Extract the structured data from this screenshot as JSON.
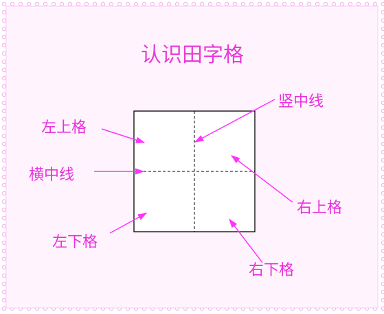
{
  "title": "认识田字格",
  "labels": {
    "vertical_center_line": "竖中线",
    "top_left_cell": "左上格",
    "horizontal_center_line": "横中线",
    "top_right_cell": "右上格",
    "bottom_left_cell": "左下格",
    "bottom_right_cell": "右下格"
  },
  "colors": {
    "accent": "#ff33ff",
    "title": "#e83ad8",
    "label": "#e830dc",
    "border_light": "#f7c8f3",
    "background": "#fff4fe",
    "grid": "#000000"
  }
}
